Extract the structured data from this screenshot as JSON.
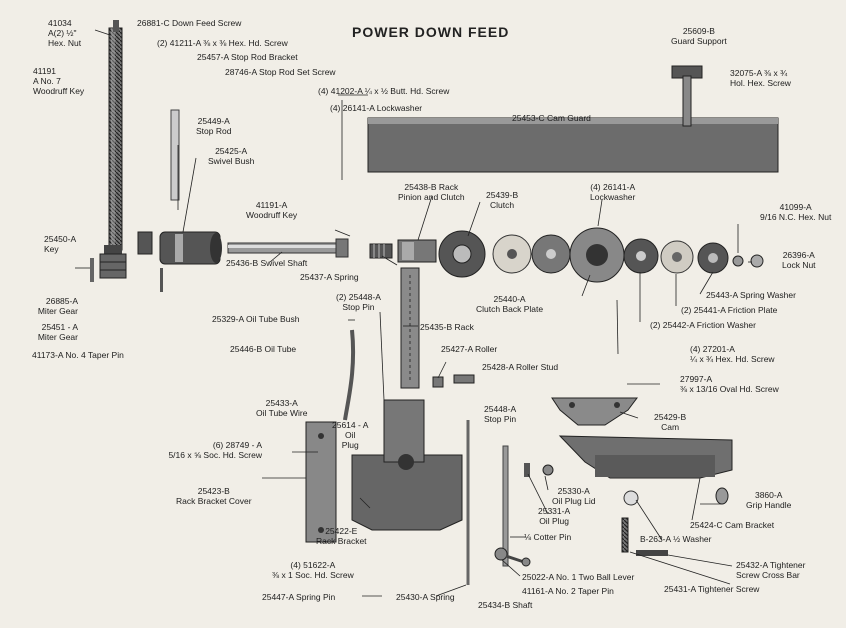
{
  "title": "POWER DOWN FEED",
  "labels": {
    "p41034": "41034\nA(2) ½\"\nHex. Nut",
    "p41191": "41191\nA No. 7\nWoodruff Key",
    "p26881": "26881-C Down Feed Screw",
    "p41211": "(2) 41211-A ⅜ x ⅜ Hex. Hd. Screw",
    "p25457": "25457-A Stop Rod Bracket",
    "p28746": "28746-A Stop Rod Set Screw",
    "p25449": "25449-A\nStop Rod",
    "p25425": "25425-A\nSwivel Bush",
    "p41191b": "41191-A\nWoodruff Key",
    "p25450": "25450-A\nKey",
    "p25436": "25436-B Swivel Shaft",
    "p25437": "25437-A Spring",
    "p26885": "26885-A\nMiter Gear",
    "p25451": "25451 - A\nMiter Gear",
    "p41173": "41173-A No. 4 Taper Pin",
    "p41202": "(4) 41202-A ¼ x ½ Butt. Hd. Screw",
    "p26141a": "(4) 26141-A Lockwasher",
    "p25453": "25453-C Cam Guard",
    "p25609": "25609-B\nGuard Support",
    "p32075": "32075-A ⅜ x ¾\nHol. Hex. Screw",
    "p25438": "25438-B Rack\nPinion and Clutch",
    "p25439": "25439-B\nClutch",
    "p26141b": "(4) 26141-A\nLockwasher",
    "p41099": "41099-A\n9/16 N.C. Hex. Nut",
    "p26396": "26396-A\nLock Nut",
    "p25443": "25443-A Spring Washer",
    "p25441": "(2) 25441-A Friction Plate",
    "p25442": "(2) 25442-A Friction Washer",
    "p25440": "25440-A\nClutch Back Plate",
    "p27201": "(4) 27201-A\n¼ x ¾ Hex. Hd. Screw",
    "p25448a": "(2) 25448-A\nStop Pin",
    "p25329": "25329-A Oil Tube Bush",
    "p25435": "25435-B Rack",
    "p25446": "25446-B Oil Tube",
    "p25427": "25427-A Roller",
    "p25428": "25428-A Roller Stud",
    "p27997": "27997-A\n⅜ x 13/16 Oval Hd. Screw",
    "p25433": "25433-A\nOil Tube Wire",
    "p25614": "25614 - A\nOil\nPlug",
    "p25448b": "25448-A\nStop Pin",
    "p25429": "25429-B\nCam",
    "p28749": "(6) 28749 - A\n5/16 x ⅝ Soc. Hd. Screw",
    "p25423": "25423-B\nRack Bracket Cover",
    "p25330": "25330-A\nOil Plug Lid",
    "p25331": "25331-A\nOil Plug",
    "p3860": "3860-A\nGrip Handle",
    "p25424": "25424-C Cam Bracket",
    "p25422": "25422-E\nRack Bracket",
    "pcotter": "⅛ Cotter Pin",
    "pb263": "B-263-A ½ Washer",
    "p51622": "(4) 51622-A\n⅜ x 1 Soc. Hd. Screw",
    "p25432": "25432-A Tightener\nScrew Cross Bar",
    "p25022": "25022-A No. 1 Two Ball Lever",
    "p41161": "41161-A No. 2 Taper Pin",
    "p25431": "25431-A Tightener Screw",
    "p25447": "25447-A Spring Pin",
    "p25430": "25430-A Spring",
    "p25434": "25434-B Shaft"
  }
}
